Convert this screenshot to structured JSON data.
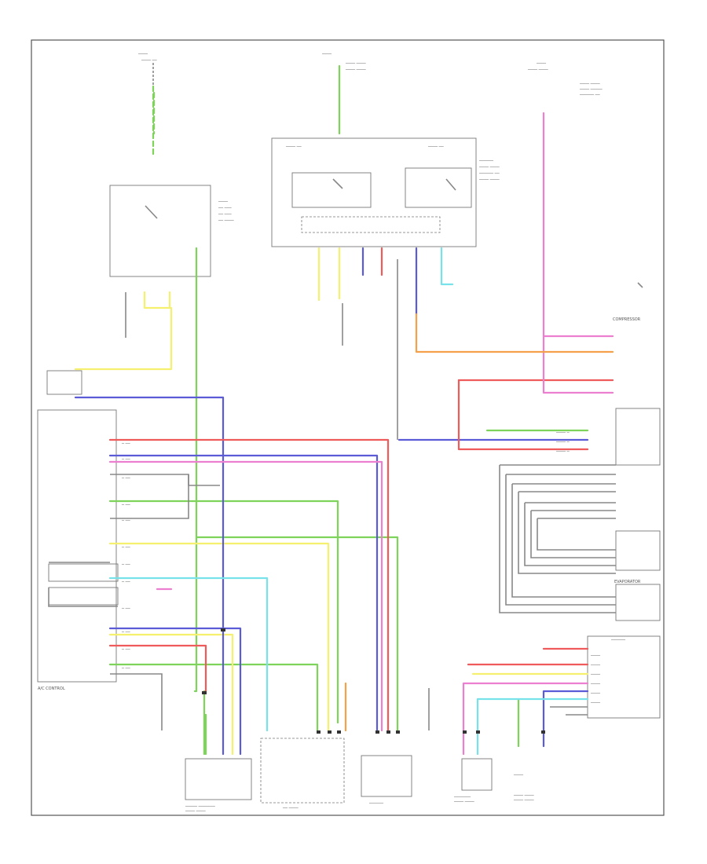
{
  "footer_code": "",
  "colors": {
    "green": "#7ed35a",
    "yellow": "#f5f06e",
    "blue": "#5b5bd8",
    "red": "#ef5a5a",
    "pink": "#ec7fd0",
    "cyan": "#78e2ea",
    "orange": "#f5a04a",
    "gray": "#8a8a8a"
  },
  "labels": {
    "ac_control": "A/C CONTROL",
    "compressor": "COMPRESSOR",
    "evaporator": "EVAPORATOR"
  }
}
